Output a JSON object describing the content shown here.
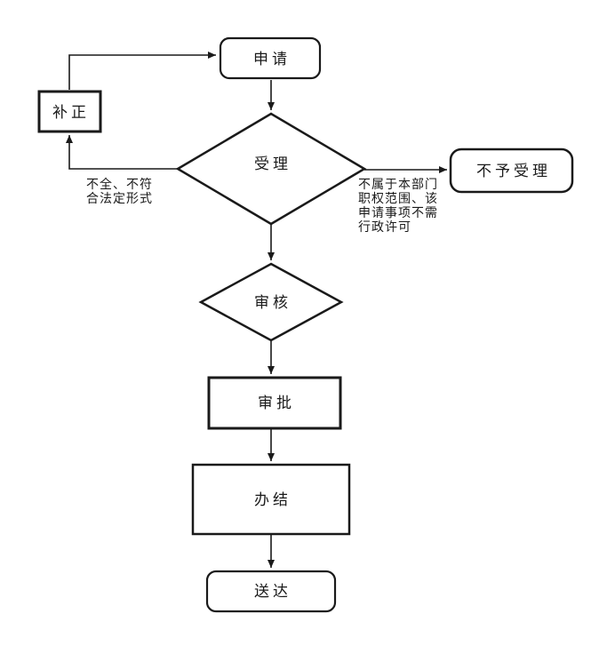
{
  "diagram": {
    "background_color": "#ffffff",
    "stroke_color": "#1a1a1a",
    "nodes": {
      "apply": "申请",
      "correction": "补正",
      "accept": "受理",
      "reject": "不予受理",
      "review": "审核",
      "approve": "审批",
      "finish": "办结",
      "deliver": "送达"
    },
    "edge_labels": {
      "incomplete": [
        "不全、不符",
        "合法定形式"
      ],
      "not_in_scope": [
        "不属于本部门",
        "职权范围、该",
        "申请事项不需",
        "行政许可"
      ]
    }
  }
}
